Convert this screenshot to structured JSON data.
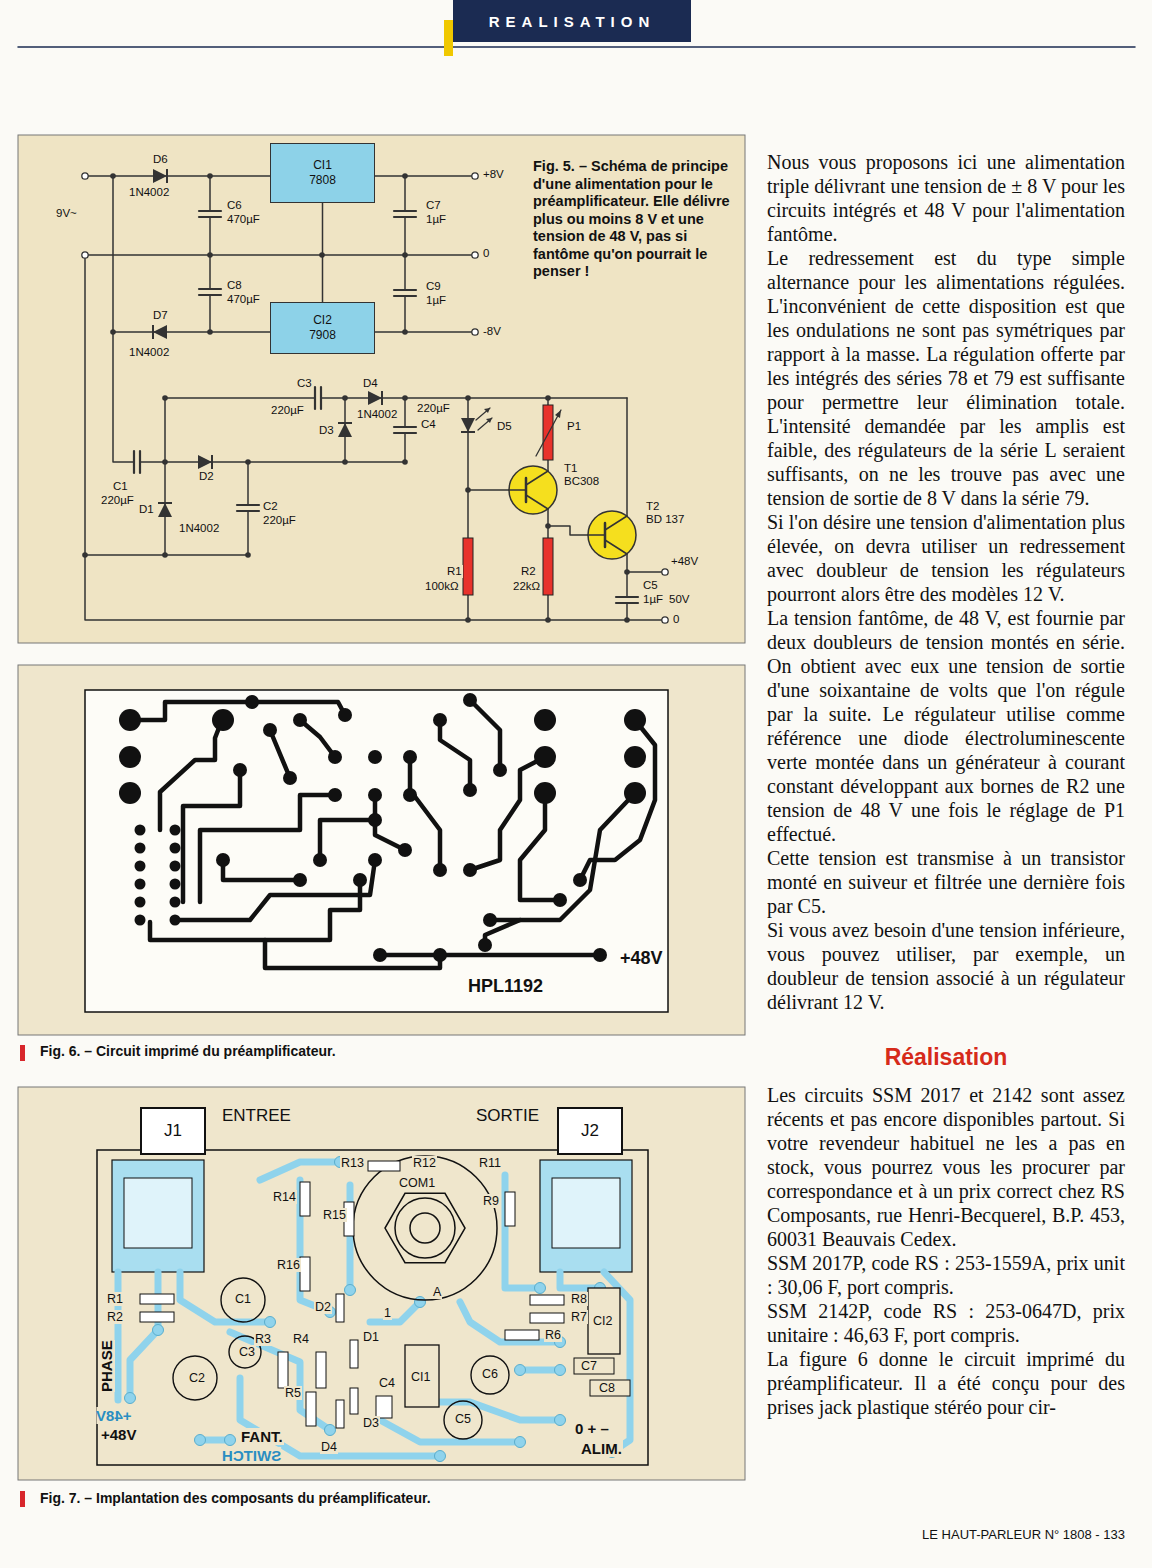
{
  "diagram": {
    "nodes": [
      {
        "text": [
          "REALISATION"
        ]
      },
      {
        "text": [
          "CI1",
          "7808"
        ]
      },
      {
        "text": [
          "CI2",
          "7908"
        ]
      },
      {
        "text": [
          "J1"
        ]
      },
      {
        "text": [
          "J2"
        ]
      }
    ],
    "edges": [
      {
        "from": 1,
        "to": 2,
        "arrow": "none"
      }
    ],
    "labels": [
      "D6",
      "1N4002",
      "9V~",
      "C6",
      "470µF",
      "+8V",
      "C7",
      "1µF",
      "0",
      "C8",
      "470µF",
      "C9",
      "1µF",
      "D7",
      "1N4002",
      "-8V",
      "C3",
      "220µF",
      "D4",
      "220µF",
      "D5",
      "1N4002",
      "D3",
      "C4",
      "P1",
      "T1",
      "BC308",
      "T2",
      "BD 137",
      "C1",
      "220µF",
      "D2",
      "1N4002",
      "D1",
      "C2",
      "220µF",
      "R1",
      "100kΩ",
      "R2",
      "22kΩ",
      "+48V",
      "C5",
      "1µF",
      "50V",
      "0",
      "Fig. 5. – Schéma de principe d'une alimentation pour le préamplificateur. Elle délivre plus ou moins 8 V et une tension de 48 V, pas si fantôme qu'on pourrait le penser !",
      "+48V",
      "HPL1192",
      "Fig. 6. – Circuit imprimé du préamplificateur.",
      "ENTREE",
      "SORTIE",
      "R13",
      "R12",
      "R11",
      "COM1",
      "R14",
      "R15",
      "R9",
      "R16",
      "R1",
      "R2",
      "C1",
      "D2",
      "A",
      "1",
      "R8",
      "R7",
      "R6",
      "CI2",
      "R3",
      "R4",
      "D1",
      "C3",
      "C2",
      "C6",
      "C7",
      "C8",
      "R5",
      "C4",
      "CI1",
      "C5",
      "PHASE",
      "+48V",
      "+48V",
      "FANT.",
      "SWITCH",
      "D3",
      "D4",
      "0 + –",
      "ALIM.",
      "Fig. 7. – Implantation des composants du préamplificateur.",
      "Nous vous proposons ici une alimentation triple délivrant une tension de ± 8 V pour les circuits intégrés et 48 V pour l'alimentation fantôme.",
      "Le redressement est du type simple alternance pour les alimentations régulées. L'inconvénient de cette disposition est que les ondulations ne sont pas symétriques par rapport à la masse. La régulation offerte par les intégrés des séries 78 et 79 est suffisante pour permettre leur élimination totale. L'intensité demandée par les amplis est faible, des régulateurs de la série L seraient suffisants, on ne les trouve pas avec une tension de sortie de 8 V dans la série 79.",
      "Si l'on désire une tension d'alimentation plus élevée, on devra utiliser un redressement avec doubleur de tension les régulateurs pourront alors être des modèles 12 V.",
      "La tension fantôme, de 48 V, est fournie par deux doubleurs de tension montés en série. On obtient avec eux une tension de sortie d'une soixantaine de volts que l'on régule par la suite. Le régulateur utilise comme référence une diode électroluminescente verte montée dans un générateur à courant constant développant aux bornes de R2 une tension de 48 V une fois le réglage de P1 effectué.",
      "Cette tension est transmise à un transistor monté en suiveur et filtrée une dernière fois par C5.",
      "Si vous avez besoin d'une tension inférieure, vous pouvez utiliser, par exemple, un doubleur de tension associé à un régulateur délivrant 12 V.",
      "Réalisation",
      "Les circuits SSM 2017 et 2142 sont assez récents et pas encore disponibles partout. Si votre revendeur habituel ne les a pas en stock, vous pourrez vous les procurer par correspondance et à un prix correct chez RS Composants, rue Henri-Becquerel, B.P. 453, 60031 Beauvais Cedex.",
      "SSM 2017P, code RS : 253-1559A, prix unit : 30,06 F, port compris.",
      "SSM 2142P, code RS : 253-0647D, prix unitaire : 46,63 F, port compris.",
      "La figure 6 donne le circuit imprimé du préamplificateur. Il a été conçu pour des prises jack plastique stéréo pour cir-",
      "LE HAUT-PARLEUR N° 1808 - 133"
    ]
  }
}
